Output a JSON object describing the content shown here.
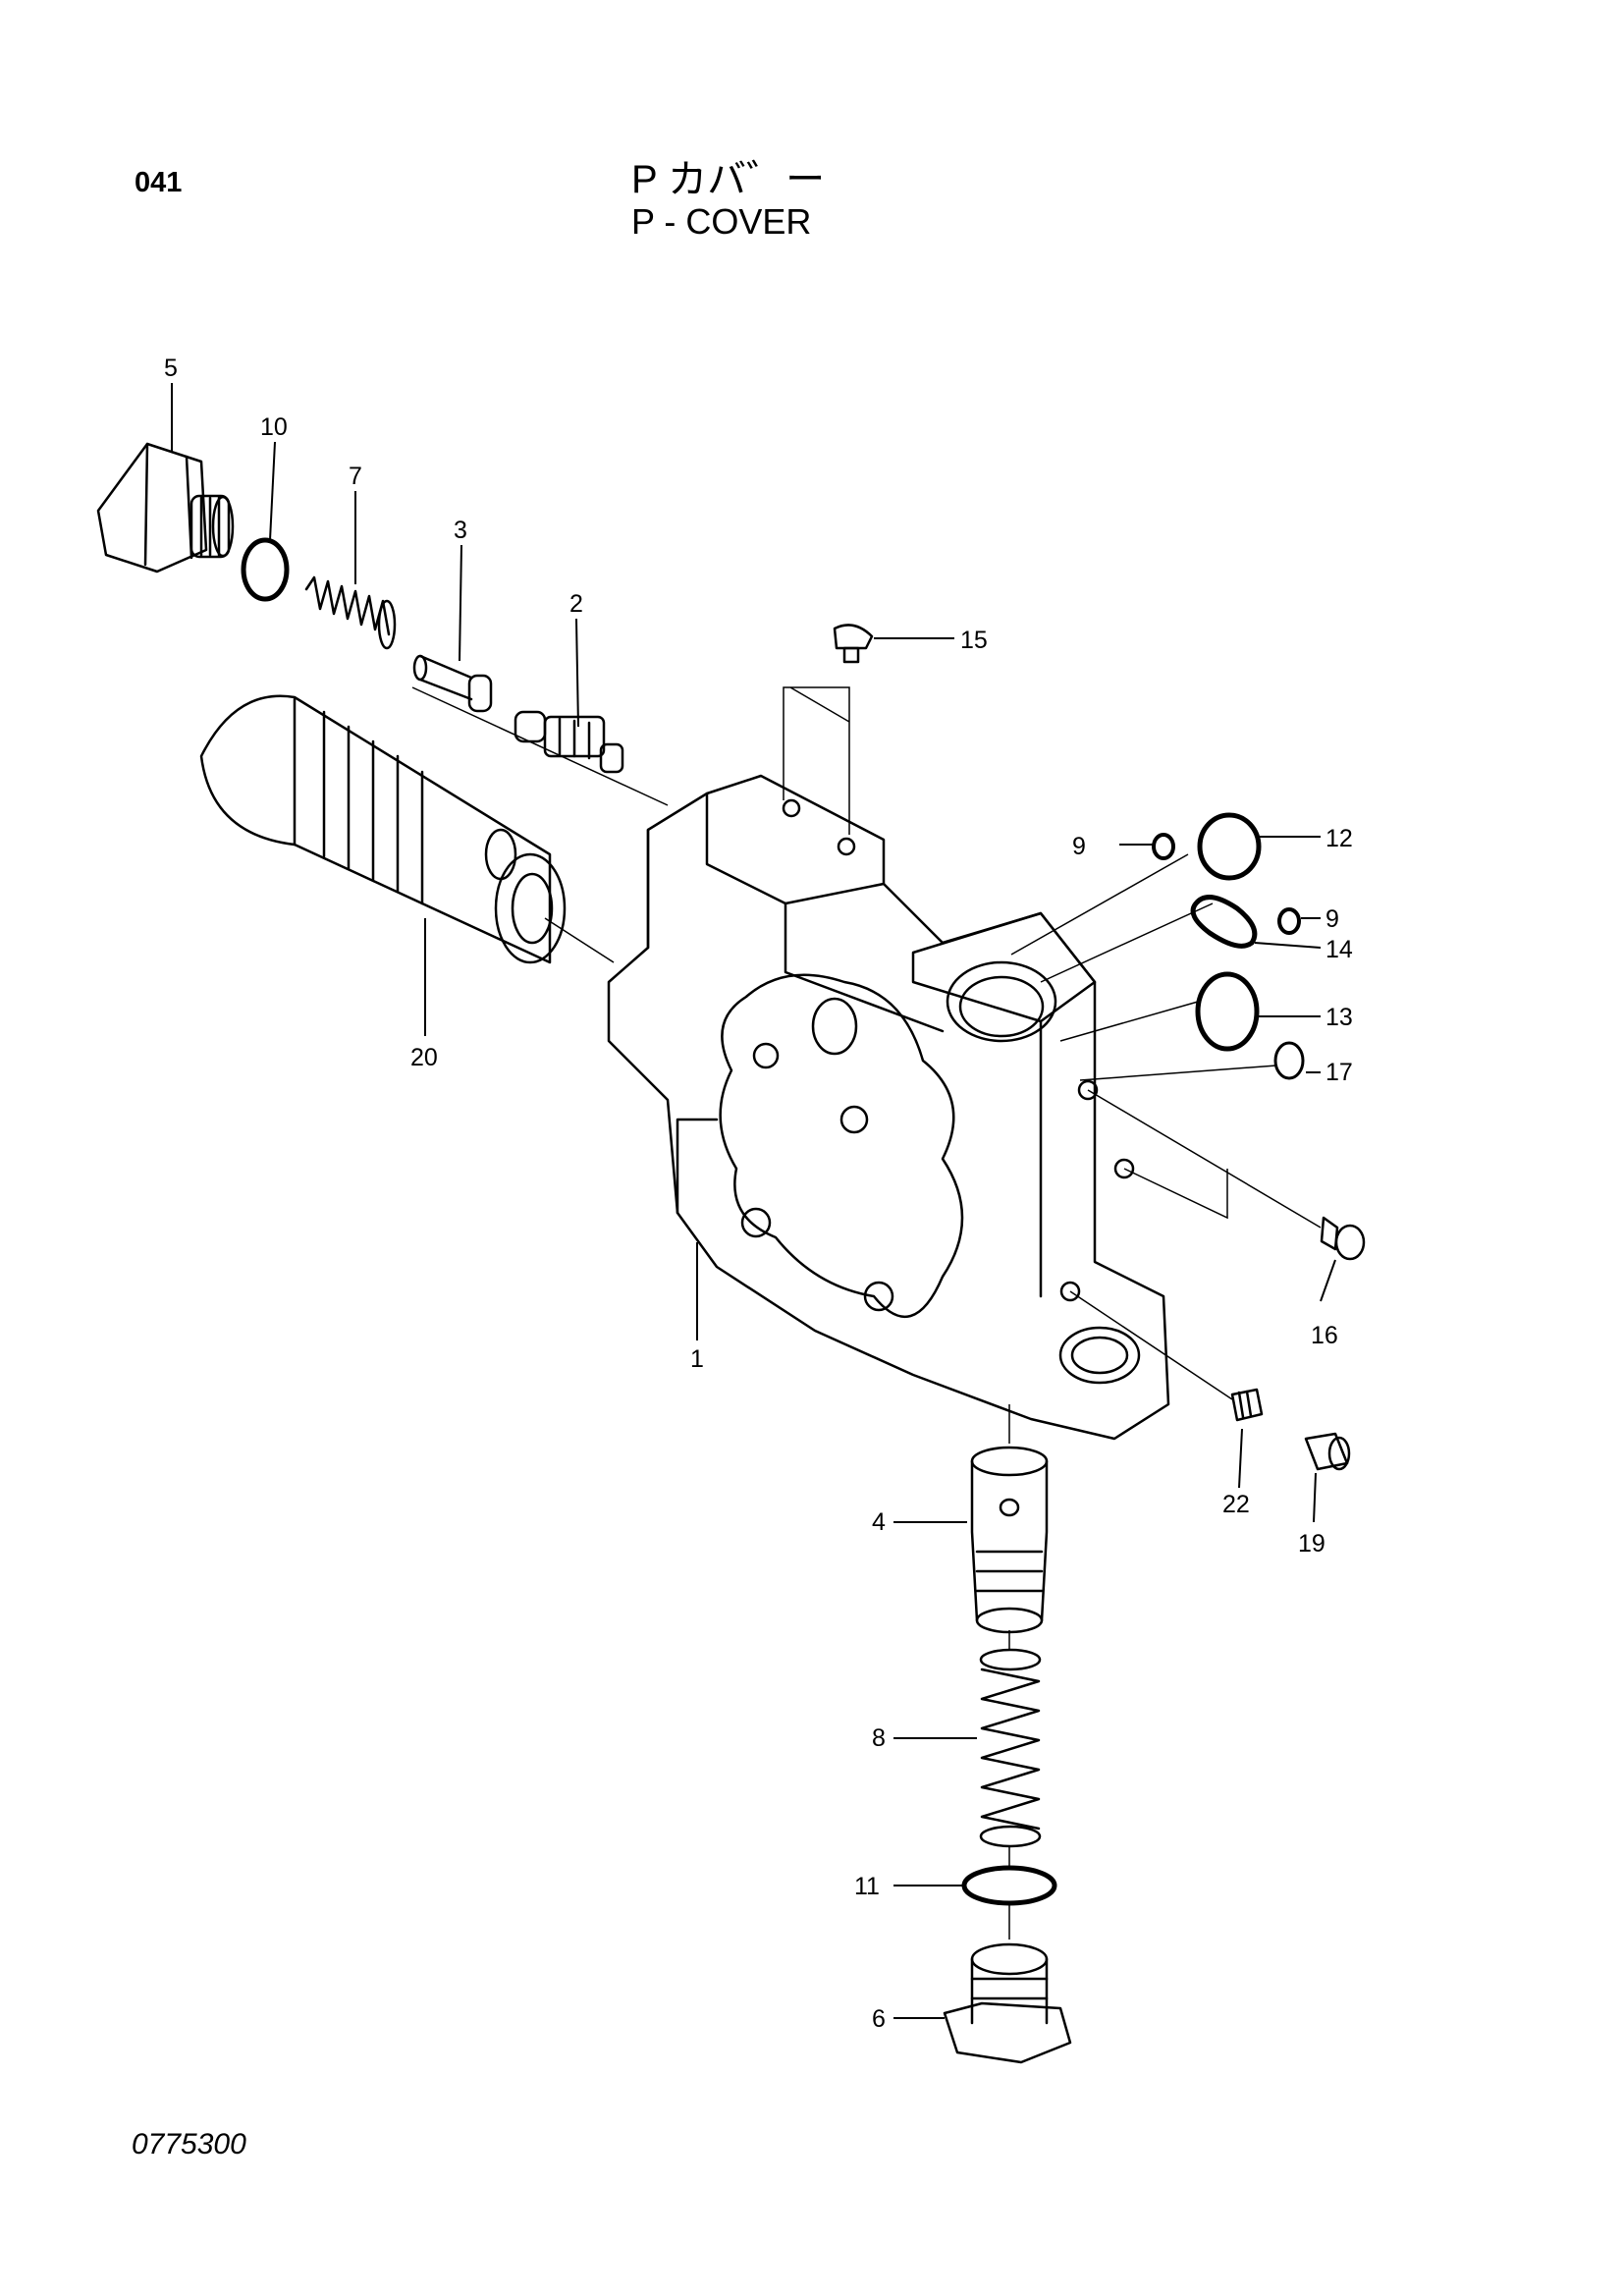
{
  "page": {
    "number": "041",
    "title_jp": "P カバ゛ー",
    "title_en": "P - COVER",
    "code": "0775300"
  },
  "callouts": [
    {
      "id": "c1",
      "text": "1"
    },
    {
      "id": "c2",
      "text": "2"
    },
    {
      "id": "c3",
      "text": "3"
    },
    {
      "id": "c4",
      "text": "4"
    },
    {
      "id": "c5",
      "text": "5"
    },
    {
      "id": "c6",
      "text": "6"
    },
    {
      "id": "c7",
      "text": "7"
    },
    {
      "id": "c8",
      "text": "8"
    },
    {
      "id": "c9a",
      "text": "9"
    },
    {
      "id": "c9b",
      "text": "9"
    },
    {
      "id": "c10",
      "text": "10"
    },
    {
      "id": "c11",
      "text": "11"
    },
    {
      "id": "c12",
      "text": "12"
    },
    {
      "id": "c13",
      "text": "13"
    },
    {
      "id": "c14",
      "text": "14"
    },
    {
      "id": "c15",
      "text": "15"
    },
    {
      "id": "c16",
      "text": "16"
    },
    {
      "id": "c17",
      "text": "17"
    },
    {
      "id": "c19",
      "text": "19"
    },
    {
      "id": "c20",
      "text": "20"
    },
    {
      "id": "c22",
      "text": "22"
    }
  ]
}
